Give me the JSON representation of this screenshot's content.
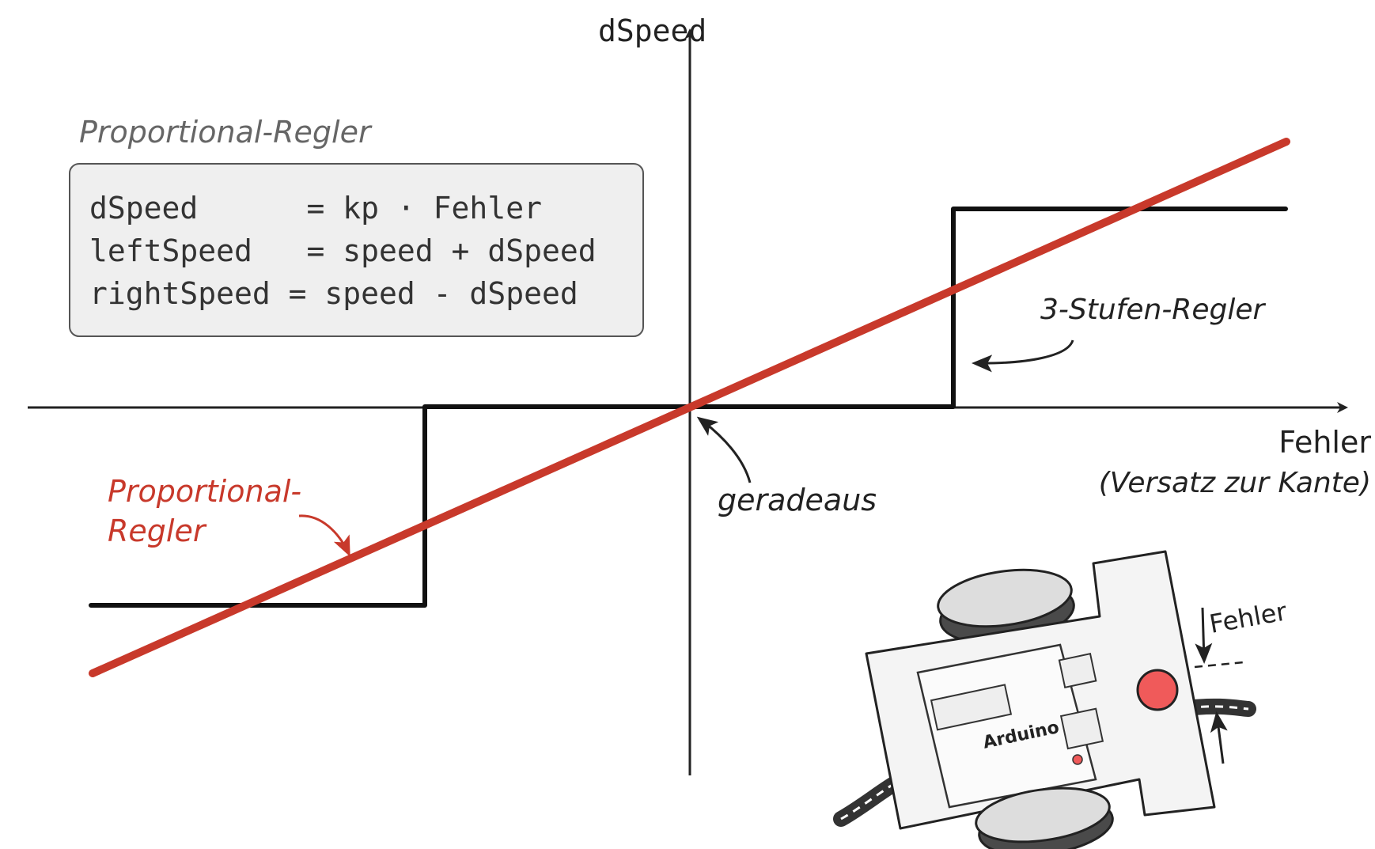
{
  "y_axis_label": "dSpeed",
  "x_axis_label": "Fehler",
  "x_axis_sublabel": "(Versatz zur Kante)",
  "formula_box": {
    "title": "Proportional-Regler",
    "lines": [
      "dSpeed      = kp · Fehler",
      "leftSpeed   = speed + dSpeed",
      "rightSpeed = speed - dSpeed"
    ]
  },
  "annotations": {
    "three_step": "3-Stufen-Regler",
    "straight": "geradeaus",
    "proportional_line1": "Proportional-",
    "proportional_line2": "Regler"
  },
  "robot": {
    "board_label": "Arduino",
    "error_label": "Fehler"
  },
  "colors": {
    "proportional_line": "#c8392b",
    "step_line": "#111111",
    "axis": "#222222",
    "box_fill": "#efefef",
    "sensor": "#f05a5a"
  },
  "icons": [
    "curved-arrow-icon",
    "robot-illustration"
  ]
}
